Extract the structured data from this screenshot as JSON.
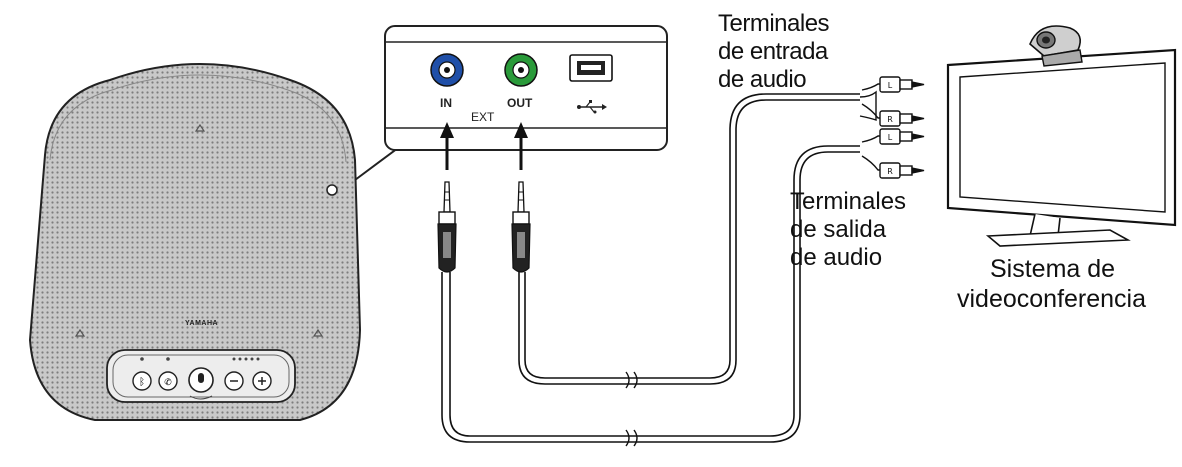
{
  "ports": {
    "in_label": "IN",
    "ext_label": "EXT",
    "out_label": "OUT",
    "usb_symbol": "usb-icon"
  },
  "device": {
    "brand": "YAMAHA"
  },
  "labels": {
    "input_terminals": [
      "Terminales",
      "de entrada",
      "de audio"
    ],
    "output_terminals": [
      "Terminales",
      "de salida",
      "de audio"
    ],
    "system": [
      "Sistema de",
      "videoconferencia"
    ]
  },
  "colors": {
    "in_port": "#1f4fa8",
    "out_port": "#2a9a3a",
    "line": "#111111",
    "speaker_body": "#b8b8b8"
  }
}
